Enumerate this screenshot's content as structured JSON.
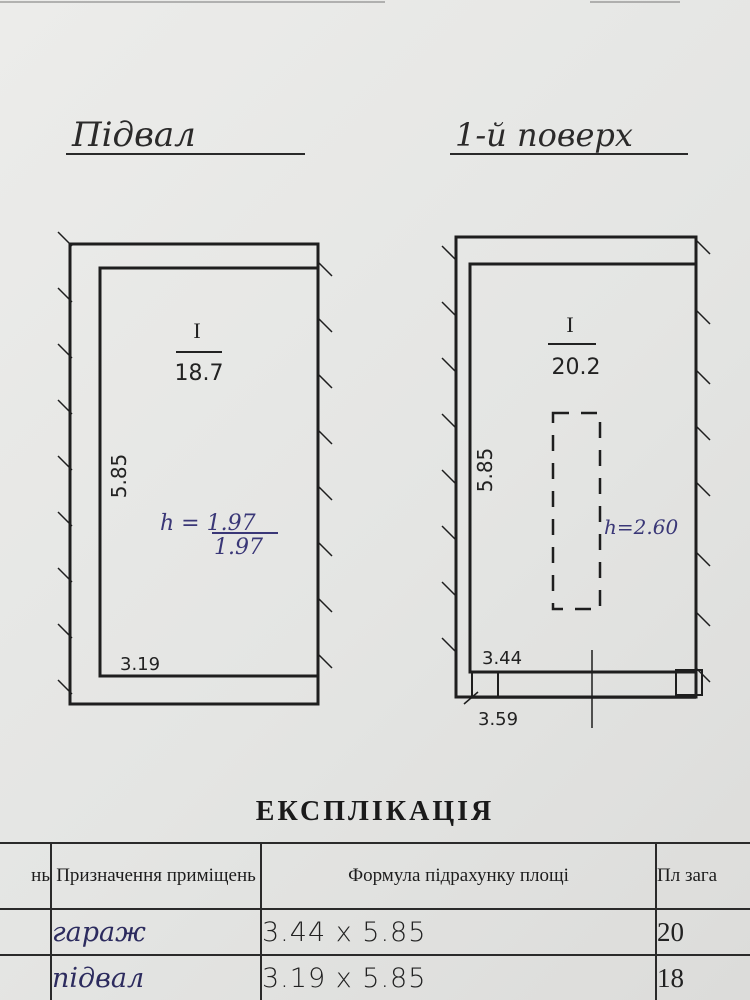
{
  "plans": {
    "basement": {
      "heading": "Підвал",
      "room_number": "I",
      "room_area": "18.7",
      "length_dim": "5.85",
      "width_dim": "3.19",
      "height_note": "h = 1.97",
      "height_note_2": "1.97"
    },
    "first_floor": {
      "heading": "1-й поверх",
      "room_number": "I",
      "room_area": "20.2",
      "length_dim": "5.85",
      "width_dim": "3.44",
      "outer_dim": "3.59",
      "height_note": "h=2.60"
    }
  },
  "explication": {
    "title": "ЕКСПЛІКАЦІЯ",
    "headers": {
      "number": "нь",
      "purpose": "Призначення приміщень",
      "formula": "Формула підрахунку площі",
      "area": "Пл зага"
    },
    "rows": [
      {
        "purpose": "гараж",
        "formula": "3.44  x  5.85",
        "area": "20"
      },
      {
        "purpose": "підвал",
        "formula": "3.19  x  5.85",
        "area": "18"
      }
    ]
  },
  "colors": {
    "ink_blue": "#3a3777",
    "line": "#1e1e1e",
    "paper": "#e8e8e6"
  }
}
